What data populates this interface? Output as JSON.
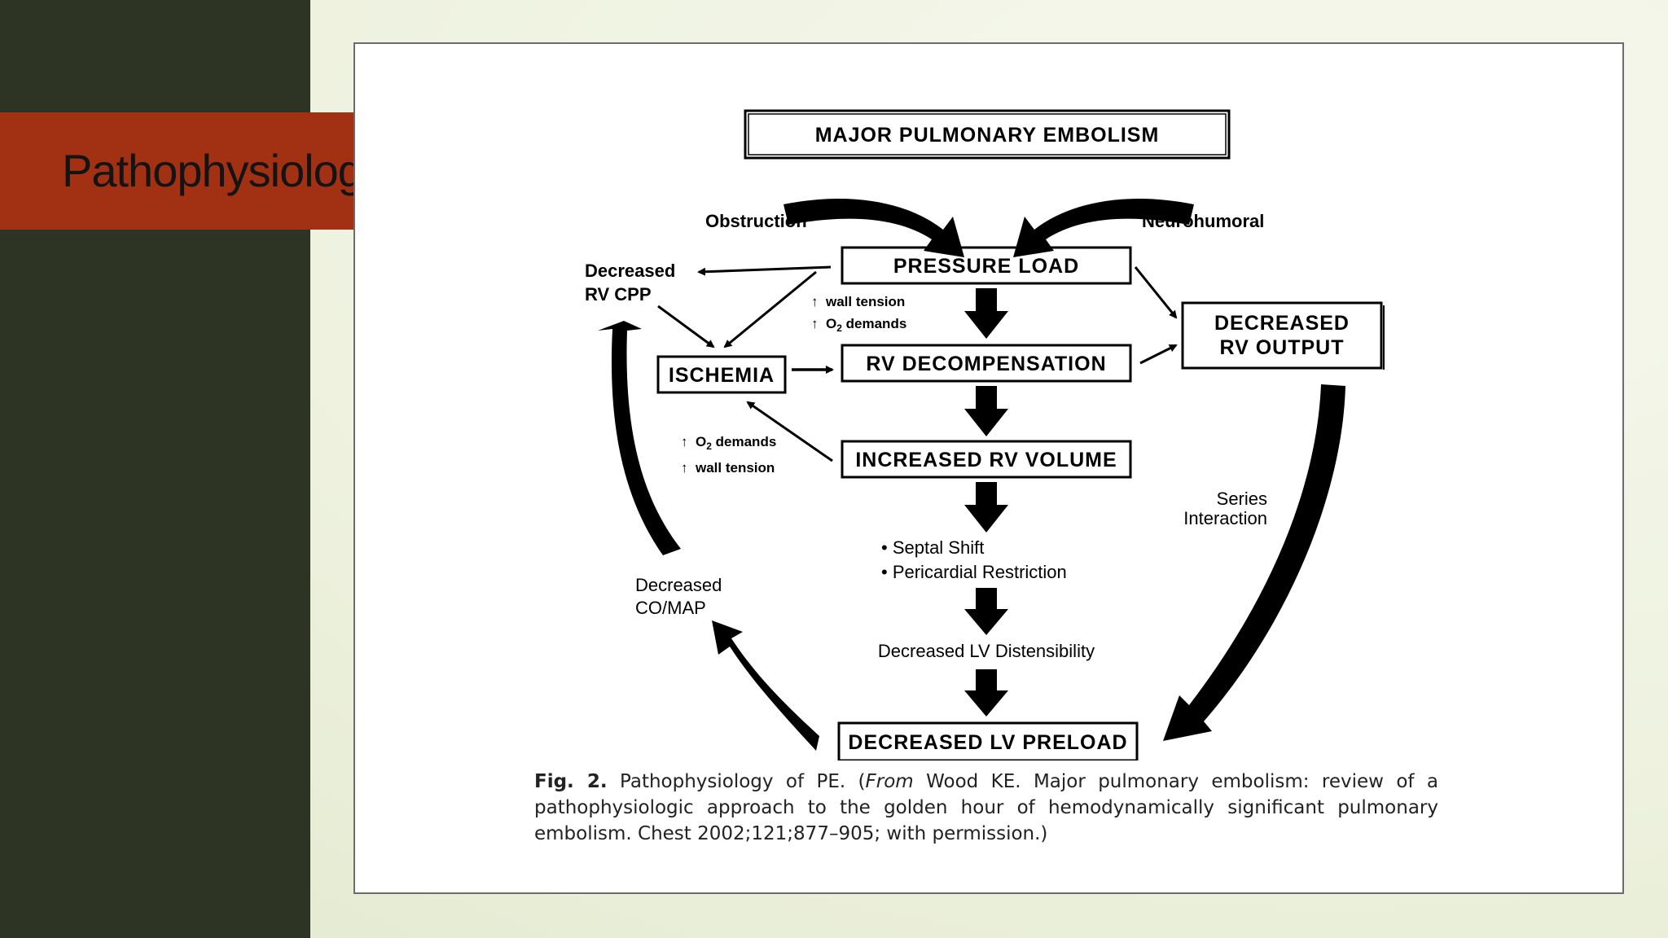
{
  "slide": {
    "title": "Pathophysiology",
    "colors": {
      "left_panel": "#2d3423",
      "banner": "#a23114",
      "background": "#eef2df"
    }
  },
  "diagram": {
    "nodes": {
      "major_pe": "MAJOR PULMONARY EMBOLISM",
      "pressure_load": "PRESSURE LOAD",
      "rv_decomp": "RV DECOMPENSATION",
      "increased_rv_volume": "INCREASED RV VOLUME",
      "ischemia": "ISCHEMIA",
      "decreased_rv_output_1": "DECREASED",
      "decreased_rv_output_2": "RV OUTPUT",
      "decreased_lv_preload": "DECREASED LV PRELOAD"
    },
    "labels": {
      "obstruction": "Obstruction",
      "neurohumoral": "Neurohumoral",
      "decreased_rv_cpp_1": "Decreased",
      "decreased_rv_cpp_2": "RV CPP",
      "wall_tension_top": "wall tension",
      "o2_demands_top_prefix": "O",
      "o2_demands_top_sub": "2",
      "o2_demands_top_suffix": " demands",
      "o2_demands_mid_prefix": "O",
      "o2_demands_mid_sub": "2",
      "o2_demands_mid_suffix": " demands",
      "wall_tension_mid": "wall tension",
      "septal_shift": "• Septal Shift",
      "pericardial_restriction": "• Pericardial Restriction",
      "decreased_lv_distensibility": "Decreased LV Distensibility",
      "series_interaction_1": "Series",
      "series_interaction_2": "Interaction",
      "decreased_co_map_1": "Decreased",
      "decreased_co_map_2": "CO/MAP"
    }
  },
  "caption": {
    "fig_label": "Fig. 2.",
    "text_1": " Pathophysiology of PE. (",
    "from_word": "From",
    "text_2": " Wood KE. Major pulmonary embolism: review of a pathophysiologic approach to the golden hour of hemodynamically significant pulmonary embolism. Chest 2002;121;877–905; with permission.)"
  }
}
